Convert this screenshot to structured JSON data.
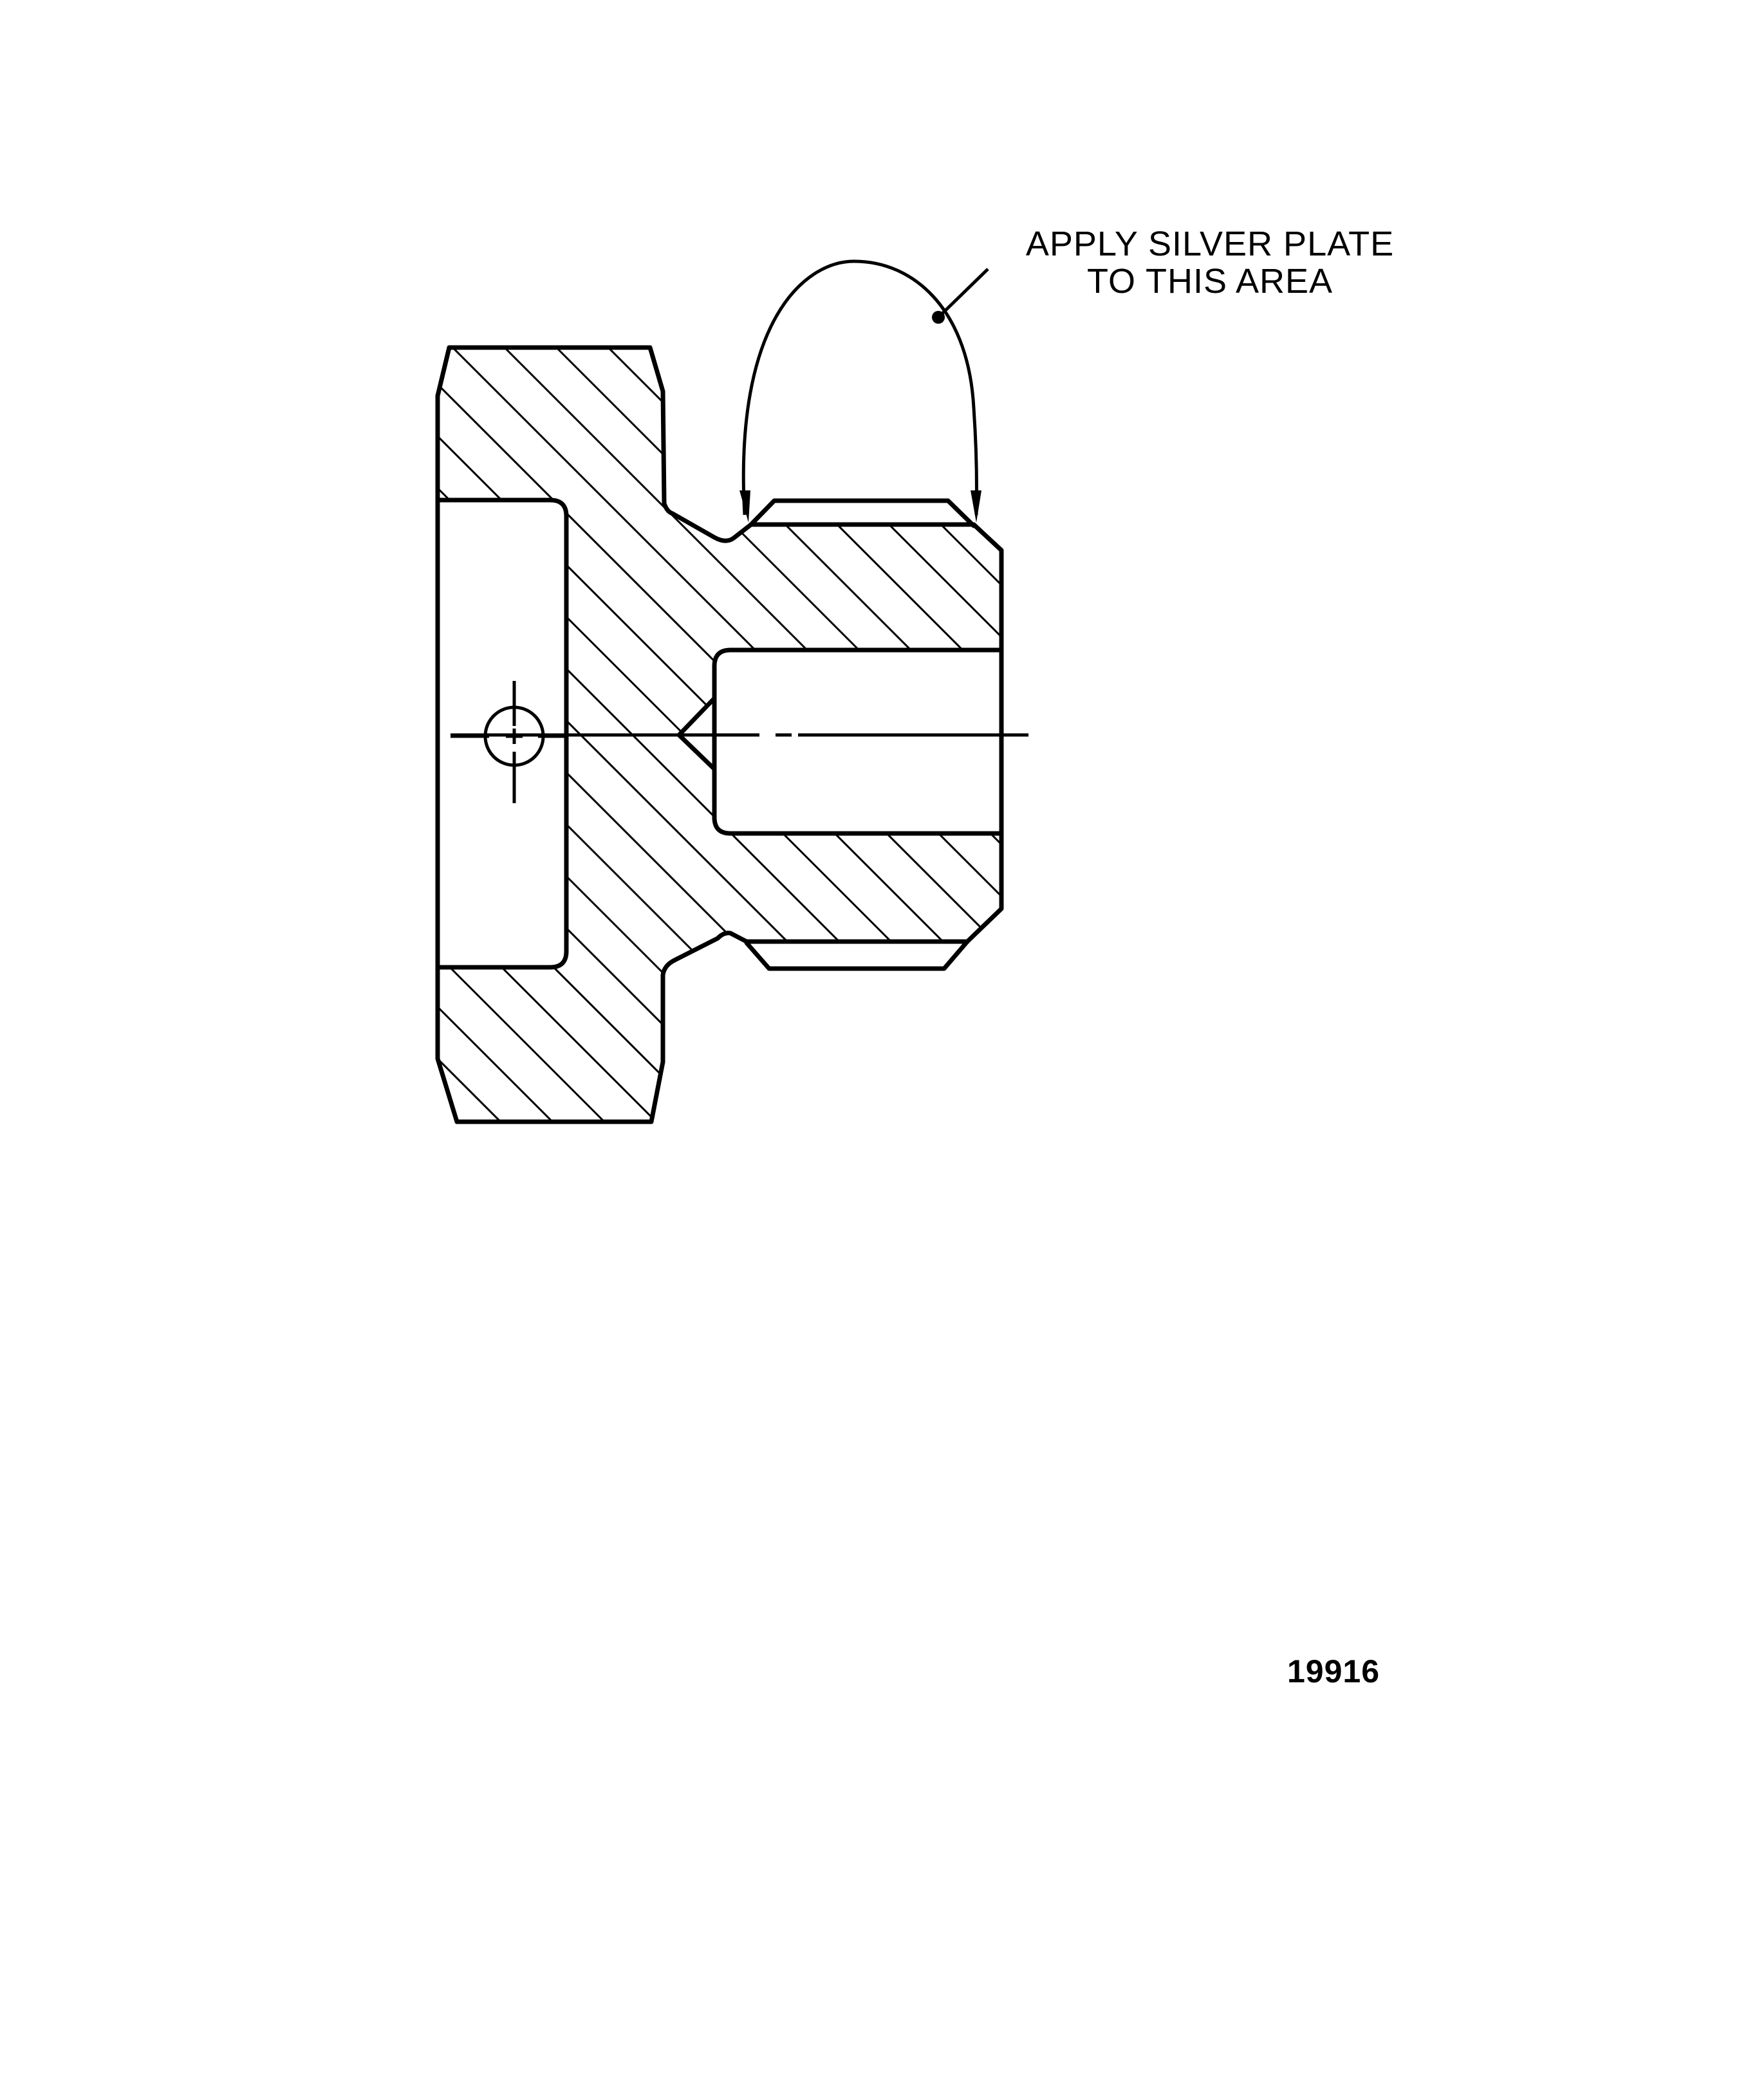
{
  "figure": {
    "type": "mechanical cross-section drawing",
    "subject": "threaded fitting / plug with silver-plated thread area",
    "figure_number": "19916"
  },
  "annotation": {
    "lines": [
      "APPLY SILVER PLATE",
      "TO THIS AREA"
    ],
    "target": "external thread area (plating band on neck of part)"
  },
  "colors": {
    "line": "#000000",
    "background": "#ffffff"
  },
  "elements": {
    "section_hatch": "45-degree cross-hatching",
    "centerline": "horizontal center axis through bore",
    "center_mark": "circle with crosshair on left face",
    "leader": "curved double-arrow leader with dot and line to note"
  }
}
